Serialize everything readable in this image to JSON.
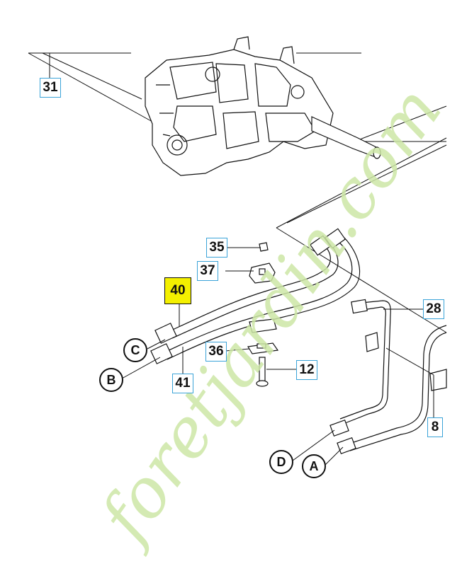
{
  "callouts": {
    "c31": "31",
    "c35": "35",
    "c37": "37",
    "c40": "40",
    "c36": "36",
    "c12": "12",
    "c41": "41",
    "c28": "28",
    "c8": "8"
  },
  "letters": {
    "a": "A",
    "b": "B",
    "c": "C",
    "d": "D"
  },
  "watermark": {
    "text": "foretjardin.com",
    "colors": {
      "green": "#cde7a6",
      "orange": "#f4c98a",
      "brown": "#c9bca9"
    }
  },
  "colors": {
    "line": "#111111",
    "callout_border": "#3aa3d8",
    "highlight": "#f4f000"
  }
}
